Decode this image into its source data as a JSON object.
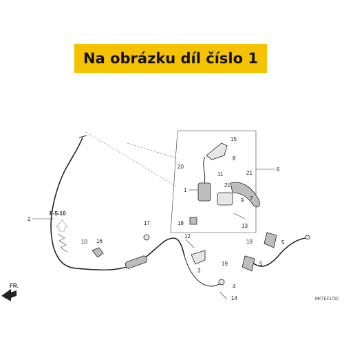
{
  "banner": {
    "text": "Na obrázku díl číslo 1"
  },
  "reference": {
    "text": "F-5-10"
  },
  "direction": {
    "text": "FR."
  },
  "diagram_code": {
    "text": "MKTEF1720"
  },
  "callouts": [
    "1",
    "2",
    "3",
    "4",
    "5",
    "5",
    "6",
    "7",
    "8",
    "9",
    "10",
    "11",
    "12",
    "13",
    "14",
    "15",
    "16",
    "17",
    "18",
    "19",
    "19",
    "20",
    "21",
    "21"
  ],
  "colors": {
    "banner": "#f5c200"
  }
}
